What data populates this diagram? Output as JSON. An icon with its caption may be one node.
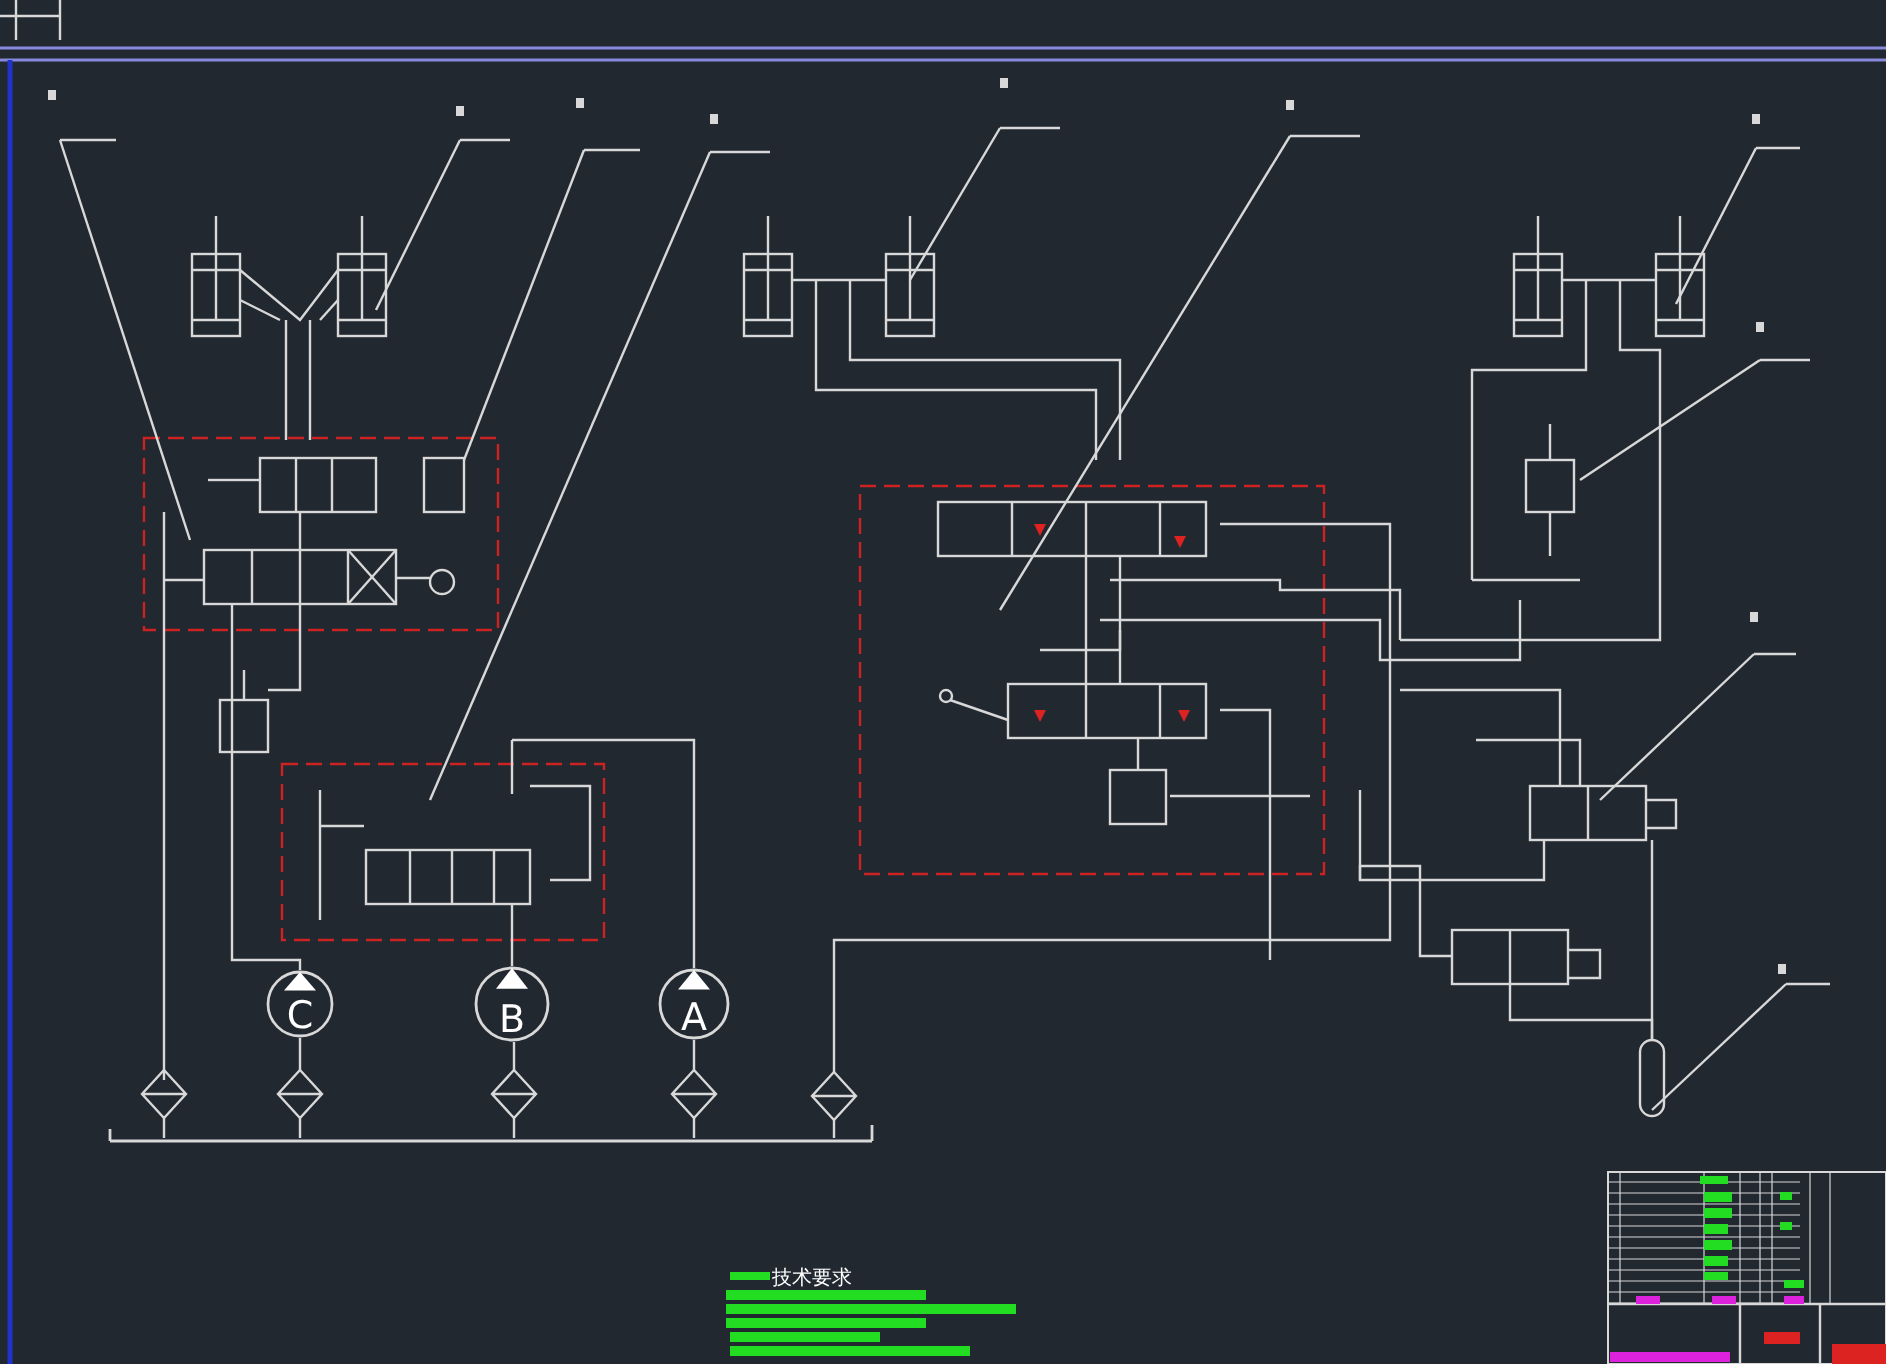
{
  "diagram": {
    "nodes": [
      {
        "text": [
          "C"
        ]
      },
      {
        "text": [
          "B"
        ]
      },
      {
        "text": [
          "A"
        ]
      },
      {
        "text": [],
        "shape": "diamond"
      },
      {
        "text": [],
        "shape": "diamond"
      },
      {
        "text": [],
        "shape": "diamond"
      },
      {
        "text": [],
        "shape": "diamond"
      },
      {
        "text": [],
        "shape": "diamond"
      },
      {
        "text": [],
        "shape": "bar"
      }
    ],
    "edges": [
      {
        "from": 4,
        "to": 0,
        "arrow": "none"
      },
      {
        "from": 5,
        "to": 1,
        "arrow": "none"
      },
      {
        "from": 6,
        "to": 2,
        "arrow": "none"
      },
      {
        "from": 3,
        "to": 8,
        "arrow": "none"
      },
      {
        "from": 4,
        "to": 8,
        "arrow": "none"
      },
      {
        "from": 5,
        "to": 8,
        "arrow": "none"
      },
      {
        "from": 6,
        "to": 8,
        "arrow": "none"
      },
      {
        "from": 7,
        "to": 8,
        "arrow": "none"
      }
    ],
    "labels": [
      "技术要求"
    ]
  }
}
